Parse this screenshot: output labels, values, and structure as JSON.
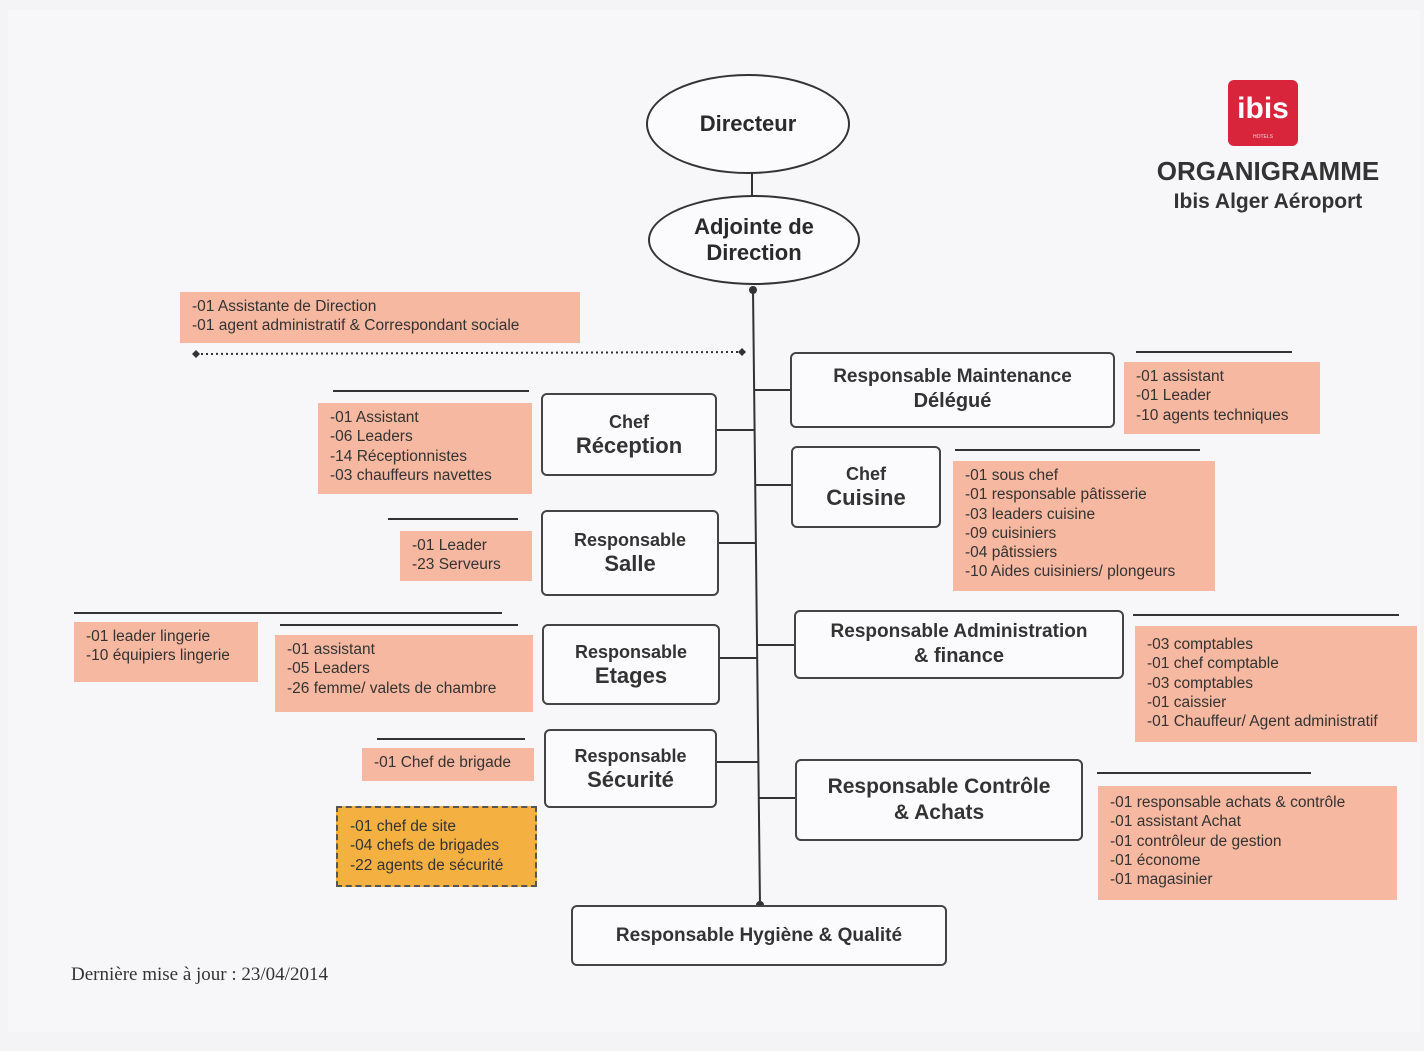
{
  "header": {
    "logo": {
      "text": "ibis",
      "subtext": "HOTELS",
      "color": "#d8253c",
      "icon": "ibis-logo-icon"
    },
    "title": "ORGANIGRAMME",
    "subtitle": "Ibis Alger Aéroport"
  },
  "nodes": {
    "directeur": "Directeur",
    "adjointe": {
      "l1": "Adjointe de",
      "l2": "Direction"
    },
    "maintenance": {
      "l1": "Responsable Maintenance",
      "l2": "Délégué"
    },
    "reception": {
      "l1": "Chef",
      "l2": "Réception"
    },
    "cuisine": {
      "l1": "Chef",
      "l2": "Cuisine"
    },
    "salle": {
      "l1": "Responsable",
      "l2": "Salle"
    },
    "administration": {
      "l1": "Responsable Administration",
      "l2": "& finance"
    },
    "etages": {
      "l1": "Responsable",
      "l2": "Etages"
    },
    "securite": {
      "l1": "Responsable",
      "l2": "Sécurité"
    },
    "controle": {
      "l1": "Responsable Contrôle",
      "l2": "& Achats"
    },
    "hygiene": "Responsable Hygiène & Qualité"
  },
  "notes": {
    "direction_staff": [
      "-01 Assistante de Direction",
      "-01 agent administratif & Correspondant sociale"
    ],
    "maintenance_staff": [
      "-01 assistant",
      "-01 Leader",
      "-10 agents techniques"
    ],
    "reception_staff": [
      "-01 Assistant",
      "-06 Leaders",
      "-14 Réceptionnistes",
      "-03 chauffeurs navettes"
    ],
    "cuisine_staff": [
      "-01 sous chef",
      "-01 responsable pâtisserie",
      "-03 leaders cuisine",
      "-09 cuisiniers",
      "-04 pâtissiers",
      "-10 Aides cuisiniers/ plongeurs"
    ],
    "salle_staff": [
      "-01 Leader",
      "-23 Serveurs"
    ],
    "lingerie_staff": [
      "-01 leader lingerie",
      "-10 équipiers lingerie"
    ],
    "etages_staff": [
      "-01 assistant",
      "-05 Leaders",
      "-26 femme/ valets de chambre"
    ],
    "administration_staff": [
      "-03 comptables",
      "-01 chef comptable",
      "-03 comptables",
      "-01 caissier",
      "-01 Chauffeur/ Agent administratif"
    ],
    "securite_staff": [
      "-01 Chef de brigade"
    ],
    "securite_contract": [
      "-01 chef de site",
      "-04 chefs de brigades",
      "-22 agents de sécurité"
    ],
    "controle_staff": [
      "-01 responsable achats & contrôle",
      "-01 assistant Achat",
      "-01 contrôleur de gestion",
      "-01 économe",
      "-01 magasinier"
    ]
  },
  "footer": "Dernière mise à jour : 23/04/2014",
  "colors": {
    "note": "#f6b8a0",
    "note_highlight": "#f5b042",
    "line": "#333333",
    "logo": "#d8253c"
  }
}
